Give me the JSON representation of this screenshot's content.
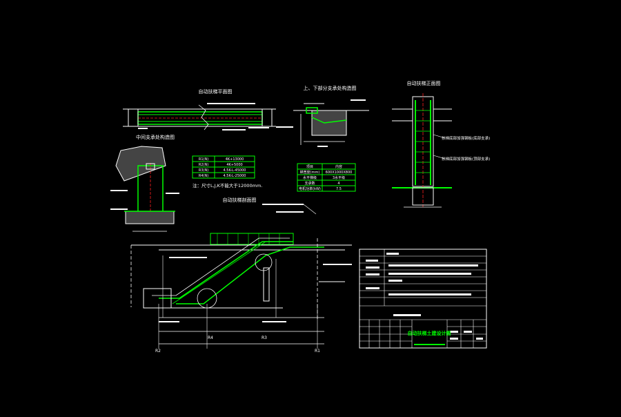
{
  "titles": {
    "plan": "自动扶梯平面图",
    "support_detail": "上、下部分支承处构造图",
    "section_view": "自动扶梯正面图",
    "mid_support": "中间支承处构造图",
    "elevation": "自动扶梯剖面图"
  },
  "note": "注：尺寸L,J,K不能大于12000mm.",
  "side_annotations": [
    "扶梯底部加强钢板(底部支承)",
    "扶梯底部加强钢板(顶部支承)"
  ],
  "reaction_table": {
    "rows": [
      [
        "R1(N)",
        "4K+13000"
      ],
      [
        "R2(N)",
        "4K+5000"
      ],
      [
        "R3(N)",
        "4.5K-L-45000"
      ],
      [
        "R4(N)",
        "4.5K-L-25000"
      ]
    ]
  },
  "spec_table": {
    "header": [
      "项目",
      "内容"
    ],
    "rows": [
      [
        "梯宽度(mm)",
        "600X1000X800"
      ],
      [
        "水平梯级",
        "3水平级"
      ],
      [
        "支承数",
        "4"
      ],
      [
        "电机功率(kW)",
        "7.5"
      ]
    ]
  },
  "dimension_labels": [
    "R4",
    "R3",
    "R2",
    "R1"
  ],
  "title_block": {
    "drawing_name": "自动扶梯土建设计图"
  },
  "colors": {
    "background": "#000000",
    "green": "#00ff00",
    "white": "#ffffff",
    "red": "#ff2020"
  }
}
